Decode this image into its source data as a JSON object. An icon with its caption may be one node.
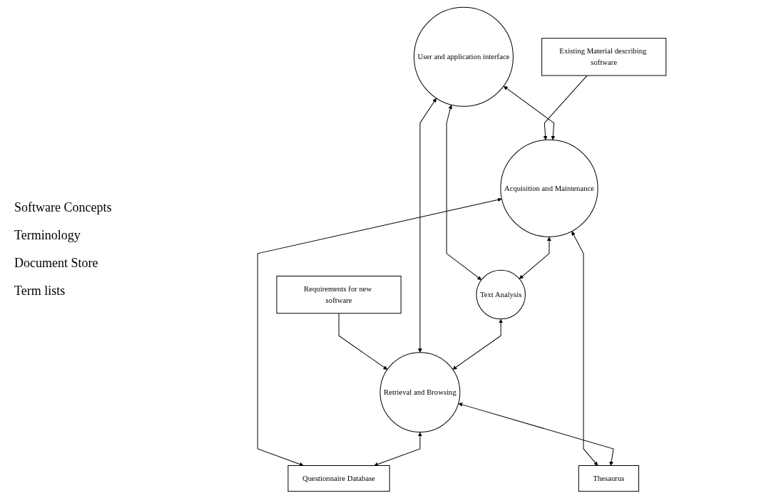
{
  "diagram": {
    "nodes": [
      {
        "text": [
          "Existing Material describing software"
        ]
      },
      {
        "text": [
          "User and application interface"
        ]
      },
      {
        "text": [
          "Requirements for new software"
        ]
      },
      {
        "text": [
          "Acquisition and Maintenance"
        ]
      },
      {
        "text": [
          "Text Analysis"
        ]
      },
      {
        "text": [
          "Retrieval and Browsing"
        ]
      },
      {
        "text": [
          "Questionnaire Database"
        ]
      },
      {
        "text": [
          "Thesaurus"
        ]
      }
    ],
    "edges": [
      {
        "from": 0,
        "to": 3,
        "arrow": "to"
      },
      {
        "from": 2,
        "to": 5,
        "arrow": "to"
      },
      {
        "from": 1,
        "to": 3,
        "arrow": "both"
      },
      {
        "from": 1,
        "to": 4,
        "arrow": "both"
      },
      {
        "from": 1,
        "to": 5,
        "arrow": "both"
      },
      {
        "from": 3,
        "to": 4,
        "arrow": "both"
      },
      {
        "from": 4,
        "to": 5,
        "arrow": "both"
      },
      {
        "from": 3,
        "to": 6,
        "arrow": "both"
      },
      {
        "from": 3,
        "to": 7,
        "arrow": "both"
      },
      {
        "from": 5,
        "to": 6,
        "arrow": "both"
      },
      {
        "from": 5,
        "to": 7,
        "arrow": "both"
      }
    ],
    "labels": [
      "Software Concepts",
      "Terminology",
      "Document Store",
      "Term lists"
    ]
  }
}
